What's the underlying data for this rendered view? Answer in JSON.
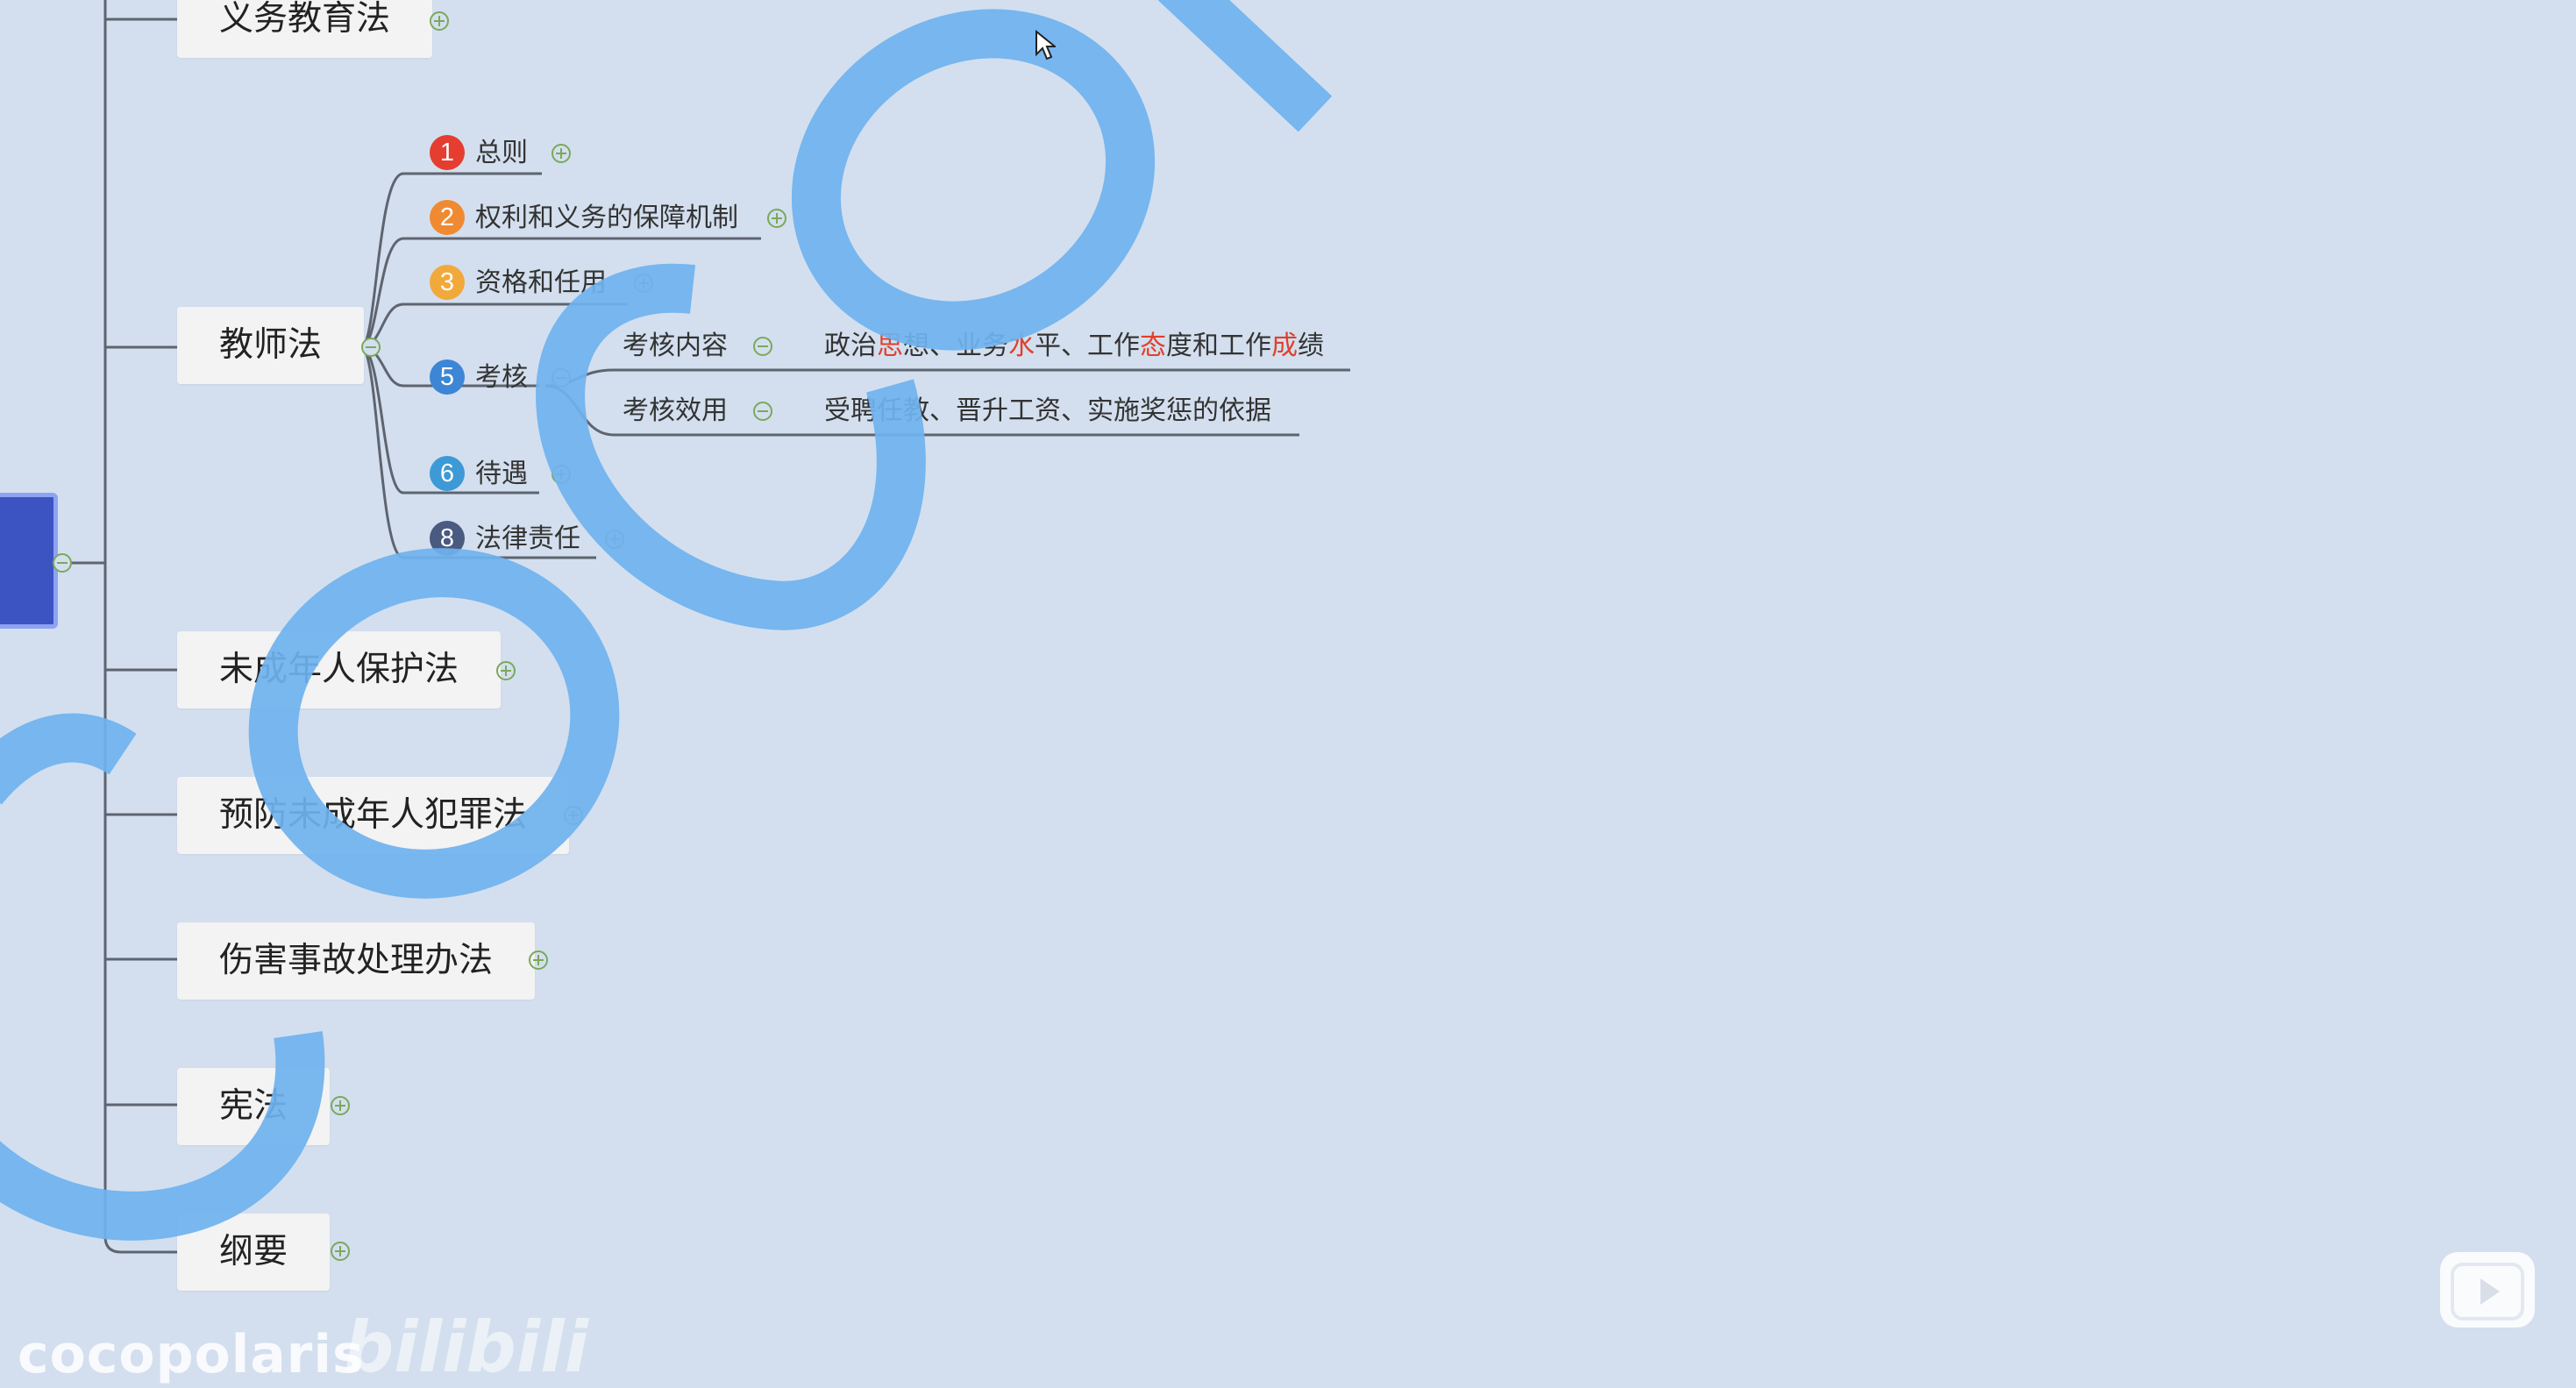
{
  "mindmap": {
    "topics": [
      {
        "label": "义务教育法",
        "collapse": "plus"
      },
      {
        "label": "教师法",
        "collapse": "minus"
      },
      {
        "label": "未成年人保护法",
        "collapse": "plus"
      },
      {
        "label": "预防未成年人犯罪法",
        "collapse": "plus"
      },
      {
        "label": "伤害事故处理办法",
        "collapse": "plus"
      },
      {
        "label": "宪法",
        "collapse": "plus"
      },
      {
        "label": "纲要",
        "collapse": "plus"
      }
    ],
    "teacher_law_subtopics": [
      {
        "number": "1",
        "label": "总则",
        "color": "#e53d30",
        "collapse": "plus"
      },
      {
        "number": "2",
        "label": "权利和义务的保障机制",
        "color": "#f08a32",
        "collapse": "plus"
      },
      {
        "number": "3",
        "label": "资格和任用",
        "color": "#f2a93b",
        "collapse": "plus"
      },
      {
        "number": "5",
        "label": "考核",
        "color": "#3d86d6",
        "collapse": "minus"
      },
      {
        "number": "6",
        "label": "待遇",
        "color": "#3d9ad6",
        "collapse": "plus"
      },
      {
        "number": "8",
        "label": "法律责任",
        "color": "#4a5a80",
        "collapse": "plus"
      }
    ],
    "assessment": [
      {
        "label": "考核内容",
        "detail_parts": [
          {
            "text": "政治",
            "hl": false
          },
          {
            "text": "思",
            "hl": true
          },
          {
            "text": "想、业务",
            "hl": false
          },
          {
            "text": "水",
            "hl": true
          },
          {
            "text": "平、工作",
            "hl": false
          },
          {
            "text": "态",
            "hl": true
          },
          {
            "text": "度和工作",
            "hl": false
          },
          {
            "text": "成",
            "hl": true
          },
          {
            "text": "绩",
            "hl": false
          }
        ]
      },
      {
        "label": "考核效用",
        "detail_parts": [
          {
            "text": "受聘任教、晋升工资、实施奖惩的依据",
            "hl": false
          }
        ]
      }
    ]
  },
  "watermark": {
    "channel": "cocopolaris",
    "logo": "bilibili"
  },
  "colors": {
    "background": "#d3dfee",
    "watermark_stroke": "#6fb2ef",
    "connector": "#5e6470",
    "highlight": "#e0402a",
    "root_node": "#3b54c2"
  }
}
